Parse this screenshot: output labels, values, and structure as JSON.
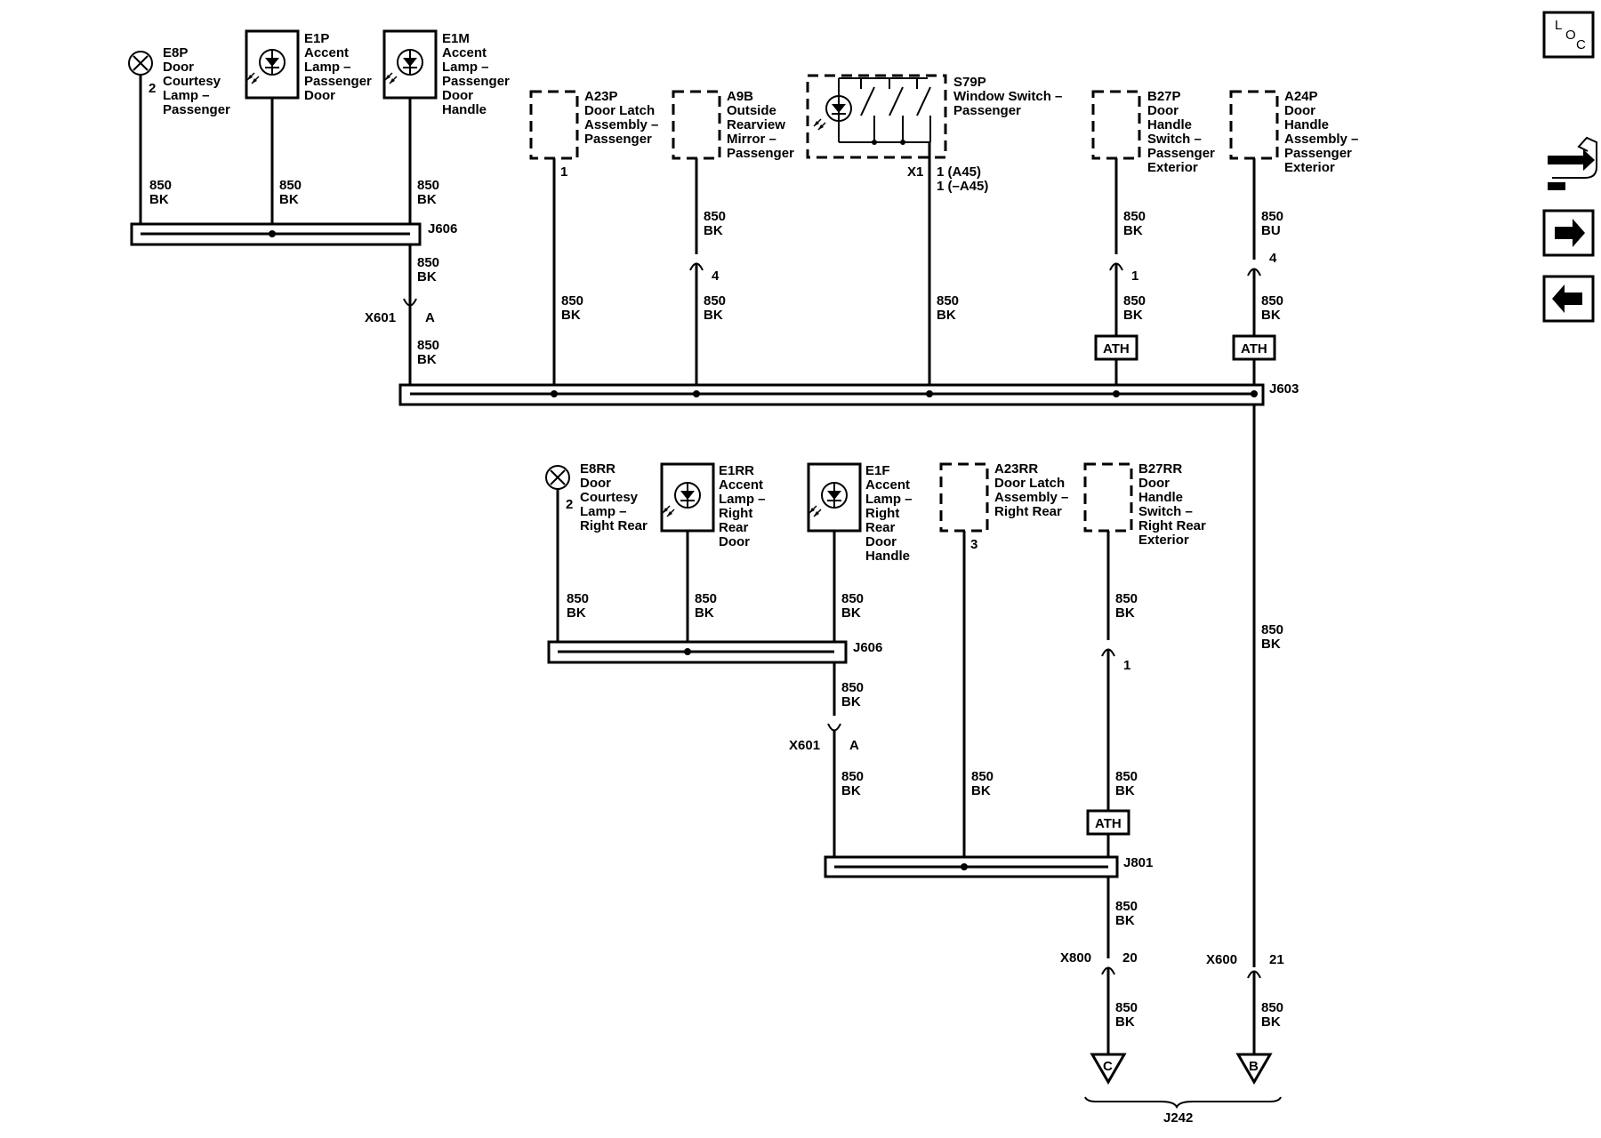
{
  "nav": {
    "loc_button": [
      "L",
      "O",
      "C"
    ],
    "buttons": [
      "connector-end-view",
      "next-page",
      "previous-page"
    ]
  },
  "wire": {
    "gauge": "850",
    "bk": "BK",
    "bu": "BU"
  },
  "components": {
    "e8p": [
      "E8P",
      "Door",
      "Courtesy",
      "Lamp –",
      "Passenger"
    ],
    "e8p_pin": "2",
    "e1p": [
      "E1P",
      "Accent",
      "Lamp –",
      "Passenger",
      "Door"
    ],
    "e1m": [
      "E1M",
      "Accent",
      "Lamp –",
      "Passenger",
      "Door",
      "Handle"
    ],
    "a23p": [
      "A23P",
      "Door Latch",
      "Assembly –",
      "Passenger"
    ],
    "a23p_pin": "1",
    "a9b": [
      "A9B",
      "Outside",
      "Rearview",
      "Mirror –",
      "Passenger"
    ],
    "s79p": [
      "S79P",
      "Window Switch –",
      "Passenger"
    ],
    "s79p_conn": "X1",
    "s79p_pins": [
      "1 (A45)",
      "1 (–A45)"
    ],
    "b27p": [
      "B27P",
      "Door",
      "Handle",
      "Switch –",
      "Passenger",
      "Exterior"
    ],
    "a24p": [
      "A24P",
      "Door",
      "Handle",
      "Assembly –",
      "Passenger",
      "Exterior"
    ],
    "e8rr": [
      "E8RR",
      "Door",
      "Courtesy",
      "Lamp –",
      "Right Rear"
    ],
    "e8rr_pin": "2",
    "e1rr": [
      "E1RR",
      "Accent",
      "Lamp –",
      "Right",
      "Rear",
      "Door"
    ],
    "e1f": [
      "E1F",
      "Accent",
      "Lamp –",
      "Right",
      "Rear",
      "Door",
      "Handle"
    ],
    "a23rr": [
      "A23RR",
      "Door Latch",
      "Assembly –",
      "Right Rear"
    ],
    "a23rr_pin": "3",
    "b27rr": [
      "B27RR",
      "Door",
      "Handle",
      "Switch –",
      "Right Rear",
      "Exterior"
    ]
  },
  "splices": {
    "j606": "J606",
    "j603": "J603",
    "j801": "J801",
    "j242": "J242",
    "ath": "ATH"
  },
  "connectors": {
    "x601": "X601",
    "x601_pin": "A",
    "a9b_pin": "4",
    "b27p_pin": "1",
    "a24p_pin": "4",
    "b27rr_pin": "1",
    "x800": "X800",
    "x800_pin": "20",
    "x600": "X600",
    "x600_pin": "21"
  },
  "grounds": {
    "c": "C",
    "b": "B"
  }
}
